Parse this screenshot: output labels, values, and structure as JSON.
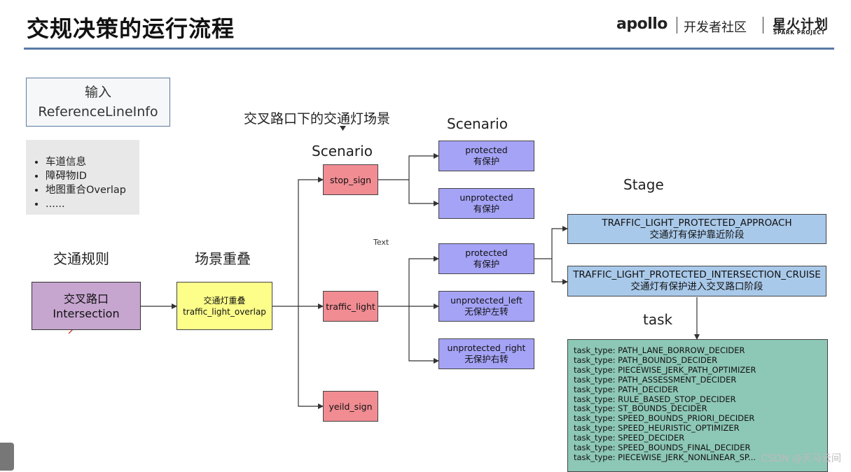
{
  "header": {
    "title": "交规决策的运行流程",
    "brand_apollo": "apollo",
    "brand_community": "开发者社区",
    "brand_spark": "星火计划",
    "brand_spark_sub": "SPARK PROJECT"
  },
  "input_box": {
    "title": "输入",
    "subtitle": "ReferenceLineInfo"
  },
  "info_list": [
    "车道信息",
    "障碍物ID",
    "地图重合Overlap",
    "......"
  ],
  "labels": {
    "traffic_rule": "交通规则",
    "scene_overlap": "场景重叠",
    "intersection_scene": "交叉路口下的交通灯场景",
    "scenario_1": "Scenario",
    "scenario_2": "Scenario",
    "stage": "Stage",
    "task": "task",
    "text": "Text"
  },
  "nodes": {
    "intersection": {
      "line1": "交叉路口",
      "line2": "Intersection"
    },
    "overlap": {
      "line1": "交通灯重叠",
      "line2": "traffic_light_overlap"
    },
    "stop_sign": "stop_sign",
    "traffic_light": "traffic_light",
    "yeild_sign": "yeild_sign",
    "stop_protected": {
      "line1": "protected",
      "line2": "有保护"
    },
    "stop_unprotected": {
      "line1": "unprotected",
      "line2": "有保护"
    },
    "tl_protected": {
      "line1": "protected",
      "line2": "有保护"
    },
    "tl_unprotected_left": {
      "line1": "unprotected_left",
      "line2": "无保护左转"
    },
    "tl_unprotected_right": {
      "line1": "unprotected_right",
      "line2": "无保护右转"
    },
    "stage_approach": {
      "line1": "TRAFFIC_LIGHT_PROTECTED_APPROACH",
      "line2": "交通灯有保护靠近阶段"
    },
    "stage_cruise": {
      "line1": "TRAFFIC_LIGHT_PROTECTED_INTERSECTION_CRUISE",
      "line2": "交通灯有保护进入交叉路口阶段"
    }
  },
  "tasks": [
    "task_type: PATH_LANE_BORROW_DECIDER",
    "task_type: PATH_BOUNDS_DECIDER",
    "task_type: PIECEWISE_JERK_PATH_OPTIMIZER",
    "task_type: PATH_ASSESSMENT_DECIDER",
    "task_type: PATH_DECIDER",
    "task_type: RULE_BASED_STOP_DECIDER",
    "task_type: ST_BOUNDS_DECIDER",
    "task_type: SPEED_BOUNDS_PRIORI_DECIDER",
    "task_type: SPEED_HEURISTIC_OPTIMIZER",
    "task_type: SPEED_DECIDER",
    "task_type: SPEED_BOUNDS_FINAL_DECIDER",
    "task_type: PIECEWISE_JERK_NONLINEAR_SP..."
  ],
  "watermark": "CSDN @天马云间",
  "colors": {
    "intersection": "#c6a5cf",
    "overlap": "#fdfd8a",
    "scenario_node": "#f08c92",
    "sub_scenario": "#a5a3f6",
    "stage": "#a9c9ea",
    "task": "#8dc7b5",
    "header_rule": "#5a7aa8"
  }
}
